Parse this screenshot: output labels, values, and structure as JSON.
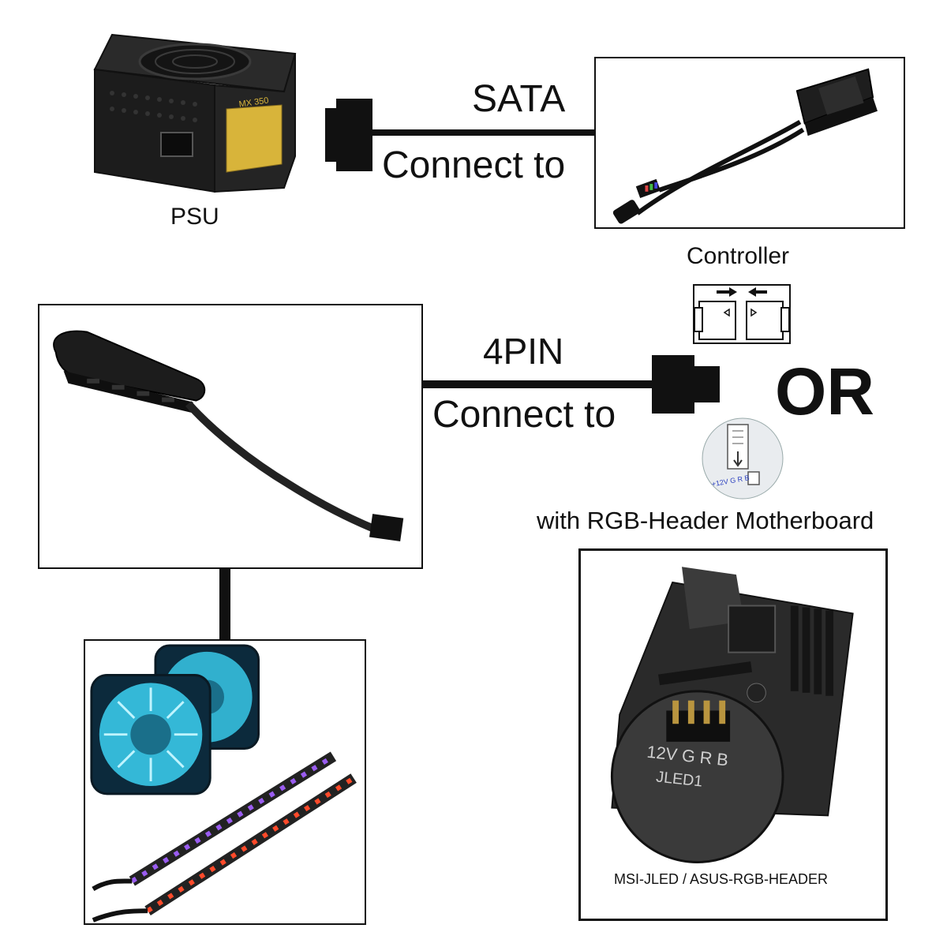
{
  "labels": {
    "psu": "PSU",
    "sata": "SATA",
    "connect_to_1": "Connect to",
    "controller": "Controller",
    "four_pin": "4PIN",
    "connect_to_2": "Connect to",
    "or": "OR",
    "rgb_header_motherboard": "with RGB-Header Motherboard",
    "header_caption": "MSI-JLED / ASUS-RGB-HEADER"
  },
  "psu_badge": "MX 350",
  "header_pins": "12V G R B",
  "header_name": "JLED1",
  "header_icon_pins": "+12V G R B",
  "colors": {
    "line": "#111111",
    "fan_glow": "#38c8e8",
    "strip_purple": "#9a5cf0",
    "strip_red": "#ff4a2a",
    "psu_label": "#d8b43a"
  }
}
